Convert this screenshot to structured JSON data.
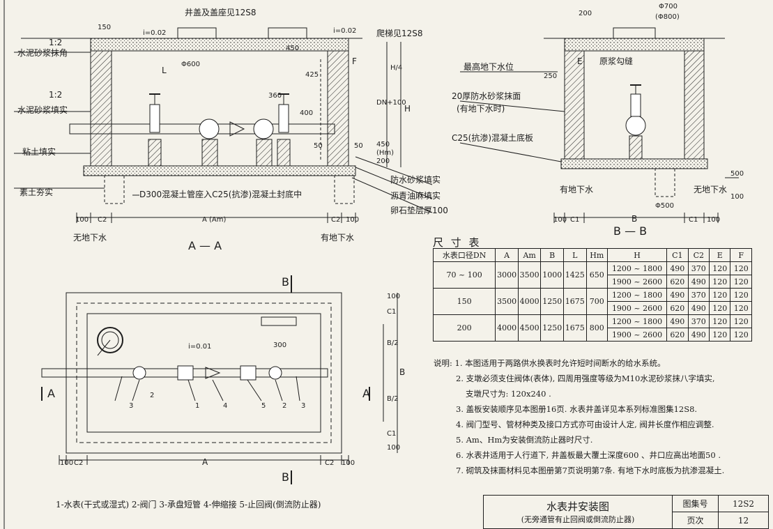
{
  "section_aa": {
    "title": "A — A",
    "labels": {
      "cover": "井盖及盖座见12S8",
      "slope1": "i=0.02",
      "slope2": "i=0.02",
      "dim150": "150",
      "mortar_ratio1": "1:2",
      "mortar_corner": "水泥砂浆抹角",
      "phi600": "Φ600",
      "L": "L",
      "dim450": "450",
      "ladder": "爬梯见12S8",
      "dim425": "425",
      "dim360": "360",
      "mortar_ratio2": "1:2",
      "mortar_fill": "水泥砂浆填实",
      "clay_fill": "粘土填实",
      "dim400": "400",
      "dim50a": "50",
      "dim50b": "50",
      "F": "F",
      "H4": "H/4",
      "DN100": "DN+100",
      "H": "H",
      "d450": "450",
      "Hm": "(Hm)",
      "d200": "200",
      "waterproof_fill": "防水砂浆填实",
      "asphalt": "沥青油麻填实",
      "gravel": "卵石垫层厚100",
      "plain_soil": "素土夯实",
      "d300pipe": "D300混凝土管座入C25(抗渗)混凝土封底中",
      "d100l": "100",
      "C2l": "C2",
      "A_Am": "A (Am)",
      "C2r": "C2",
      "d100r": "100",
      "no_gw": "无地下水",
      "has_gw": "有地下水"
    }
  },
  "section_bb": {
    "title": "B — B",
    "labels": {
      "phi700": "Φ700",
      "phi800": "(Φ800)",
      "dim200": "200",
      "E": "E",
      "max_gw": "最高地下水位",
      "orig_joint": "原浆勾缝",
      "dim250": "250",
      "waterproof20": "20厚防水砂浆抹面",
      "when_gw": "(有地下水时)",
      "c25slab": "C25(抗渗)混凝土底板",
      "has_gw": "有地下水",
      "no_gw": "无地下水",
      "phi500": "Φ500",
      "dim500": "500",
      "dim100": "100",
      "d100l": "100",
      "C1l": "C1",
      "B": "B",
      "C1r": "C1",
      "d100r": "100"
    }
  },
  "plan": {
    "B_top": "B",
    "B_bottom": "B",
    "A_left": "A",
    "A_right": "A",
    "slope": "i=0.01",
    "dim300": "300",
    "C1a": "C1",
    "d100a": "100",
    "B2a": "B/2",
    "B2b": "B/2",
    "Bdim": "B",
    "C1b": "C1",
    "d100b": "100",
    "d100l": "100",
    "C2l": "C2",
    "A": "A",
    "C2r": "C2",
    "d100r": "100",
    "callouts": [
      "3",
      "2",
      "1",
      "4",
      "5",
      "2",
      "3"
    ]
  },
  "size_table": {
    "title": "尺 寸 表",
    "headers": [
      "水表口径DN",
      "A",
      "Am",
      "B",
      "L",
      "Hm",
      "H",
      "C1",
      "C2",
      "E",
      "F"
    ],
    "rows": [
      {
        "dn": "70 ~ 100",
        "A": "3000",
        "Am": "3500",
        "B": "1000",
        "L": "1425",
        "Hm": "650",
        "sub": [
          [
            "1200 ~ 1800",
            "490",
            "370",
            "120",
            "120"
          ],
          [
            "1900 ~ 2600",
            "620",
            "490",
            "120",
            "120"
          ]
        ]
      },
      {
        "dn": "150",
        "A": "3500",
        "Am": "4000",
        "B": "1250",
        "L": "1675",
        "Hm": "700",
        "sub": [
          [
            "1200 ~ 1800",
            "490",
            "370",
            "120",
            "120"
          ],
          [
            "1900 ~ 2600",
            "620",
            "490",
            "120",
            "120"
          ]
        ]
      },
      {
        "dn": "200",
        "A": "4000",
        "Am": "4500",
        "B": "1250",
        "L": "1675",
        "Hm": "800",
        "sub": [
          [
            "1200 ~ 1800",
            "490",
            "370",
            "120",
            "120"
          ],
          [
            "1900 ~ 2600",
            "620",
            "490",
            "120",
            "120"
          ]
        ]
      }
    ]
  },
  "notes": [
    "说明: 1. 本图适用于两路供水换表时允许短时间断水的给水系统。",
    "2. 支墩必须支住阀体(表体), 四周用强度等级为M10水泥砂浆抹八字填实,",
    "支墩尺寸为: 120x240 .",
    "3. 盖板安装顺序见本图册16页. 水表井盖详见本系列标准图集12S8.",
    "4. 阀门型号、管材种类及接口方式亦可由设计人定, 阀井长度作相应调整.",
    "5. Am、Hm为安装倒流防止器时尺寸.",
    "6. 水表井适用于人行道下, 井盖板最大覆土深度600 、井口应高出地面50 .",
    "7. 砌筑及抹面材料见本图册第7页说明第7条. 有地下水时底板为抗渗混凝土."
  ],
  "legend": "1-水表(干式或湿式)    2-阀门   3-承盘短管    4-伸缩接    5-止回阀(倒流防止器)",
  "title_block": {
    "title": "水表井安装图",
    "subtitle": "(无旁通管有止回阀或倒流防止器)",
    "atlas_label": "图集号",
    "atlas_value": "12S2",
    "page_label": "页次",
    "page_value": "12"
  }
}
